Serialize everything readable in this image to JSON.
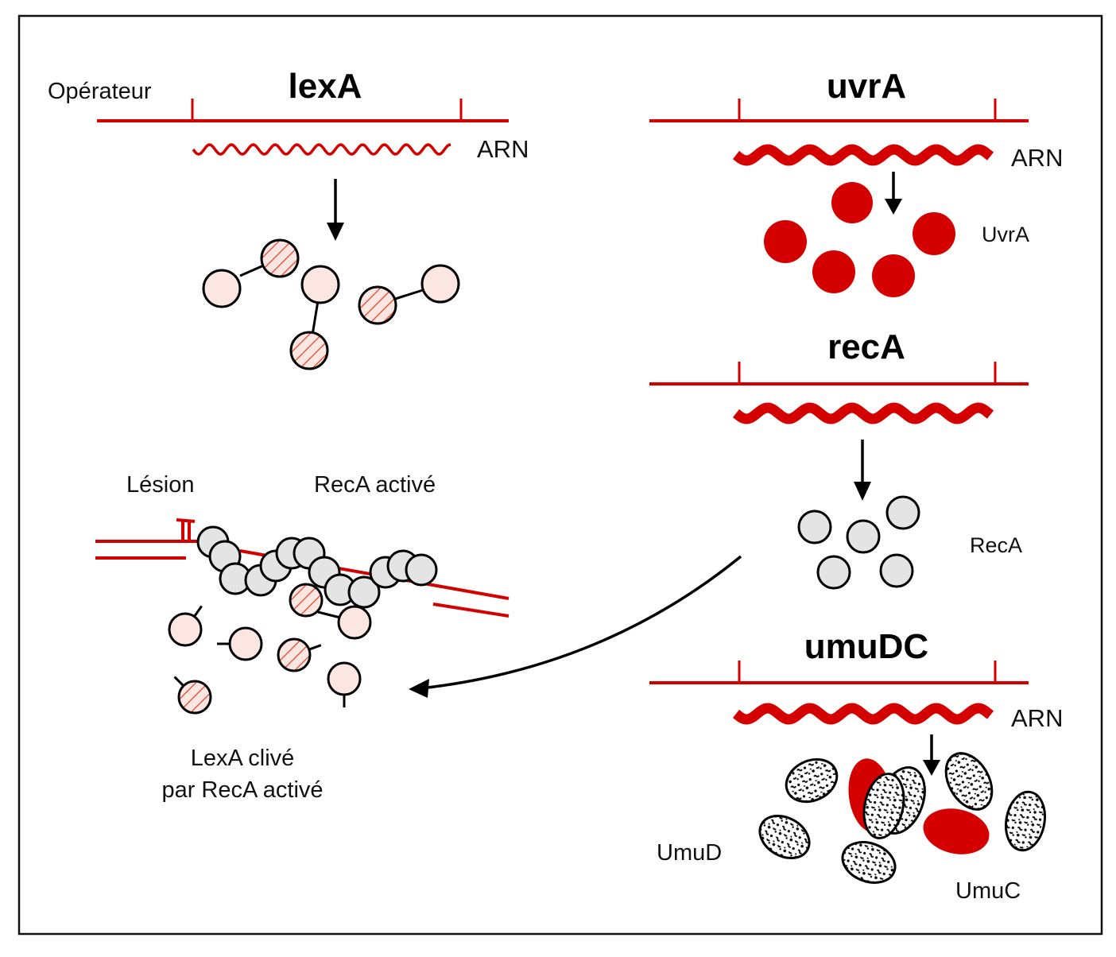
{
  "colors": {
    "dna": "#d40000",
    "rna": "#d40000",
    "uvra_protein": "#d40000",
    "umuc_protein": "#d40000",
    "reca_fill": "#e3e4e3",
    "lexa_fill": "#fbe6e1",
    "lexa_hatch": "#e0442a",
    "outline": "#000000",
    "frame": "#111111",
    "background": "#ffffff"
  },
  "operon_lexa": {
    "operator_label": "Opérateur",
    "gene_label": "lexA",
    "rna_label": "ARN"
  },
  "operon_uvra": {
    "gene_label": "uvrA",
    "rna_label": "ARN",
    "protein_label": "UvrA",
    "protein_count": 5
  },
  "operon_reca": {
    "gene_label": "recA",
    "protein_label": "RecA",
    "protein_count": 5
  },
  "operon_umudc": {
    "gene_label": "umuDC",
    "rna_label": "ARN",
    "protein_label_d": "UmuD",
    "protein_label_c": "UmuC",
    "umud_count": 7,
    "umuc_count": 2
  },
  "lesion_panel": {
    "lesion_label": "Lésion",
    "activated_label": "RecA activé",
    "caption_line1": "LexA clivé",
    "caption_line2": "par RecA activé"
  },
  "lexa_dimers_count": 3
}
